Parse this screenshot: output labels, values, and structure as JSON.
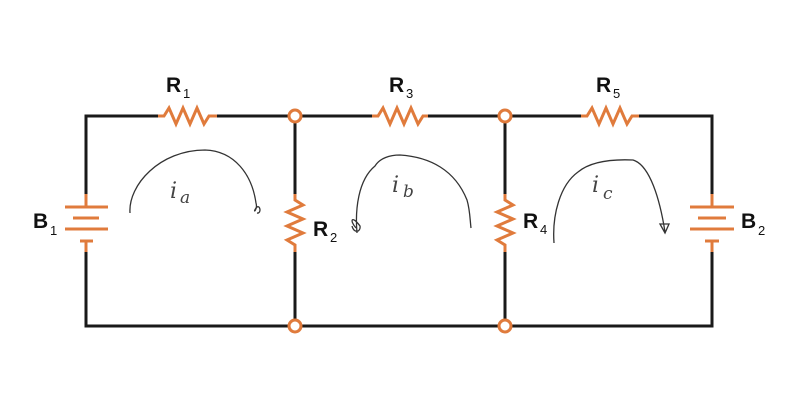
{
  "colors": {
    "wire": "#1a1a1a",
    "component": "#e07b3c"
  },
  "resistors": [
    {
      "id": "R1",
      "letter": "R",
      "sub": "1"
    },
    {
      "id": "R2",
      "letter": "R",
      "sub": "2"
    },
    {
      "id": "R3",
      "letter": "R",
      "sub": "3"
    },
    {
      "id": "R4",
      "letter": "R",
      "sub": "4"
    },
    {
      "id": "R5",
      "letter": "R",
      "sub": "5"
    }
  ],
  "batteries": [
    {
      "id": "B1",
      "letter": "B",
      "sub": "1"
    },
    {
      "id": "B2",
      "letter": "B",
      "sub": "2"
    }
  ],
  "loop_currents": [
    {
      "letter": "i",
      "sub": "a"
    },
    {
      "letter": "i",
      "sub": "b"
    },
    {
      "letter": "i",
      "sub": "c"
    }
  ]
}
